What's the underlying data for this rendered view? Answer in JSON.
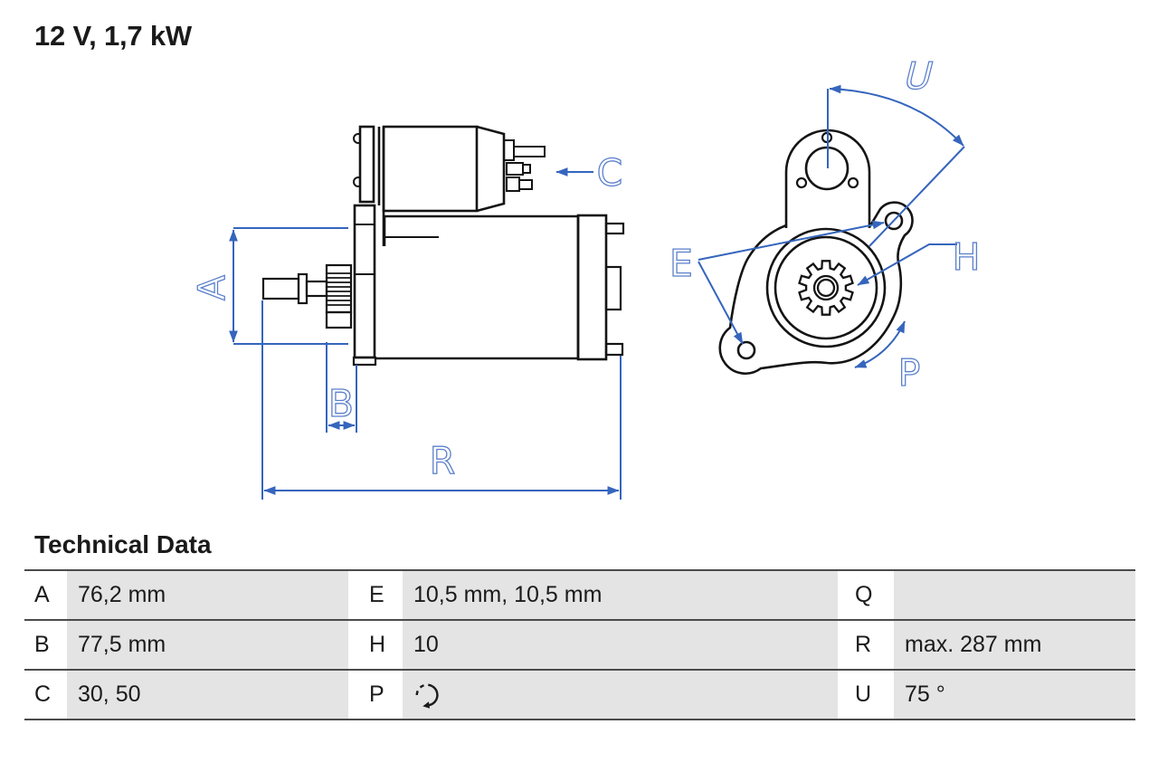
{
  "page": {
    "title": "12 V, 1,7 kW"
  },
  "colors": {
    "drawing_line": "#141414",
    "dimension_line": "#3565bd",
    "dimension_label": "#5b7fcb",
    "table_cell_gray": "#e4e4e4",
    "table_rule": "#4b4b4b",
    "text": "#1b1b1b"
  },
  "drawing": {
    "labels": {
      "A": "A",
      "B": "B",
      "C": "C",
      "R": "R",
      "U": "U",
      "E": "E",
      "H": "H",
      "P": "P"
    }
  },
  "table": {
    "heading": "Technical Data",
    "rows": [
      {
        "c1": "A",
        "v1": "76,2 mm",
        "c2": "E",
        "v2": "10,5 mm, 10,5 mm",
        "c3": "Q",
        "v3": ""
      },
      {
        "c1": "B",
        "v1": "77,5 mm",
        "c2": "H",
        "v2": "10",
        "c3": "R",
        "v3": "max. 287 mm"
      },
      {
        "c1": "C",
        "v1": "30, 50",
        "c2": "P",
        "v2": "",
        "c3": "U",
        "v3": "75 °"
      }
    ]
  },
  "icons": {
    "rotation": "rotation-clockwise-icon"
  }
}
